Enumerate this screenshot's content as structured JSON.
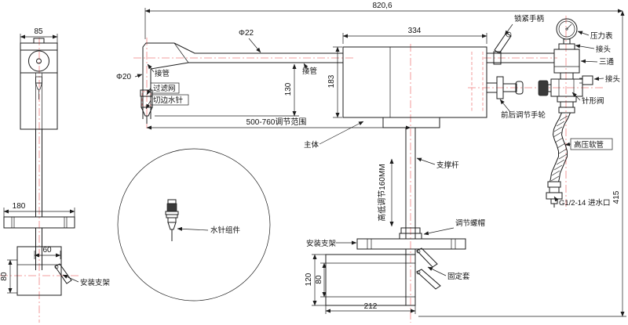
{
  "meta": {
    "background": "#ffffff",
    "line_color": "#1c1c1c",
    "centerline_color": "#f08080"
  },
  "dims": {
    "overall": "820,6",
    "side_width": "85",
    "pipe_dia": "Φ22",
    "needle_dia": "Φ20",
    "drop": "130",
    "body_w": "334",
    "body_h": "183",
    "reach": "500-760调节范围",
    "plate_w": "180",
    "clamp_w": "60",
    "side_base_h": "80",
    "total_h": "415",
    "lift": "高低调节160MM",
    "base_h": "120",
    "base_inner_h": "80",
    "base_w": "212"
  },
  "labels": {
    "lock_handle": "锁紧手柄",
    "gauge": "压力表",
    "joint_top": "接头",
    "tee": "三通",
    "joint_right": "接头",
    "needle_valve": "针形阀",
    "hose": "高压软管",
    "inlet": "G1/2-14 进水口",
    "pipe_left": "接管",
    "pipe_mid": "接管",
    "filter": "过滤网",
    "trim_needle": "切边水针",
    "body": "主体",
    "support_rod": "支撑杆",
    "handwheel": "前后调节手轮",
    "adjust_nut": "调节螺帽",
    "fix_sleeve": "固定套",
    "bracket_left": "安装支架",
    "bracket_mid": "安装支架",
    "needle_assembly": "水针组件"
  }
}
